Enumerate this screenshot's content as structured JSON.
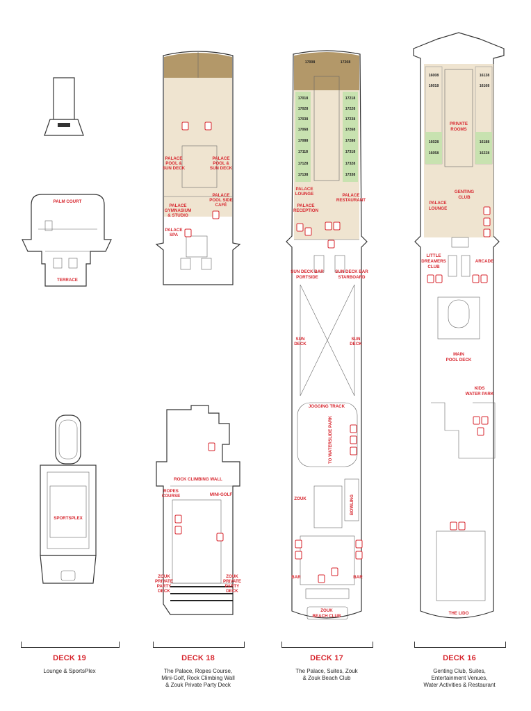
{
  "decks": [
    {
      "id": "19",
      "title": "DECK 19",
      "desc": [
        "Lounge & SportsPlex"
      ]
    },
    {
      "id": "18",
      "title": "DECK 18",
      "desc": [
        "The Palace, Ropes Course,",
        "Mini-Golf, Rock Climbing Wall",
        "& Zouk Private Party Deck"
      ]
    },
    {
      "id": "17",
      "title": "DECK 17",
      "desc": [
        "The Palace, Suites, Zouk",
        "& Zouk Beach Club"
      ]
    },
    {
      "id": "16",
      "title": "DECK 16",
      "desc": [
        "Genting Club, Suites,",
        "Entertainment Venues,",
        "Water Activities & Restaurant"
      ]
    }
  ],
  "labels": {
    "d19": {
      "palm_court": "PALM COURT",
      "terrace": "TERRACE",
      "sportsplex": "SPORTSPLEX"
    },
    "d18": {
      "palace_pool1": "PALACE",
      "palace_pool2": "POOL &",
      "palace_pool3": "SUN DECK",
      "palace_pool_r1": "PALACE",
      "palace_pool_r2": "POOL &",
      "palace_pool_r3": "SUN DECK",
      "gym1": "PALACE",
      "gym2": "GYMNASIUM",
      "gym3": "& STUDIO",
      "cafe1": "PALACE",
      "cafe2": "POOL SIDE",
      "cafe3": "CAFÉ",
      "spa1": "PALACE",
      "spa2": "SPA",
      "rock": "ROCK CLIMBING WALL",
      "ropes1": "ROPES",
      "ropes2": "COURSE",
      "minigolf": "MINI-GOLF",
      "zouk_l1": "ZOUK",
      "zouk_l2": "PRIVATE",
      "zouk_l3": "PARTY",
      "zouk_l4": "DECK",
      "zouk_r1": "ZOUK",
      "zouk_r2": "PRIVATE",
      "zouk_r3": "PARTY",
      "zouk_r4": "DECK"
    },
    "d17": {
      "lounge1": "PALACE",
      "lounge2": "LOUNGE",
      "restaurant1": "PALACE",
      "restaurant2": "RESTAURANT",
      "reception1": "PALACE",
      "reception2": "RECEPTION",
      "sunbar_p1": "SUN DECK BAR",
      "sunbar_p2": "PORTSIDE",
      "sunbar_s1": "SUN DECK BAR",
      "sunbar_s2": "STARBOARD",
      "sun_l1": "SUN",
      "sun_l2": "DECK",
      "sun_r1": "SUN",
      "sun_r2": "DECK",
      "jogging": "JOGGING TRACK",
      "waterslide": "TO WATERSLIDE PARK",
      "zouk": "ZOUK",
      "bowling": "BOWLING",
      "bar_l": "BAR",
      "bar_r": "BAR",
      "beach1": "ZOUK",
      "beach2": "BEACH CLUB",
      "cabins_top": [
        "17008",
        "17208"
      ],
      "cabins_left": [
        "17018",
        "17028",
        "17038",
        "17068",
        "17088",
        "17118",
        "17128",
        "17138"
      ],
      "cabins_right": [
        "17218",
        "17228",
        "17238",
        "17268",
        "17288",
        "17318",
        "17328",
        "17338"
      ]
    },
    "d16": {
      "private1": "PRIVATE",
      "private2": "ROOMS",
      "genting1": "GENTING",
      "genting2": "CLUB",
      "lounge1": "PALACE",
      "lounge2": "LOUNGE",
      "little1": "LITTLE",
      "little2": "DREAMERS",
      "little3": "CLUB",
      "arcade": "ARCADE",
      "pool1": "MAIN",
      "pool2": "POOL DECK",
      "kids1": "KIDS",
      "kids2": "WATER PARK",
      "lido": "THE LIDO",
      "cabins_left": [
        "16008",
        "16018",
        "16028",
        "16058"
      ],
      "cabins_right": [
        "16138",
        "16168",
        "16188",
        "16228"
      ]
    }
  },
  "colors": {
    "accent": "#d7262e",
    "wood": "#b39869",
    "beige": "#efe4d0",
    "green": "#c8e2b0",
    "line": "#333333"
  }
}
